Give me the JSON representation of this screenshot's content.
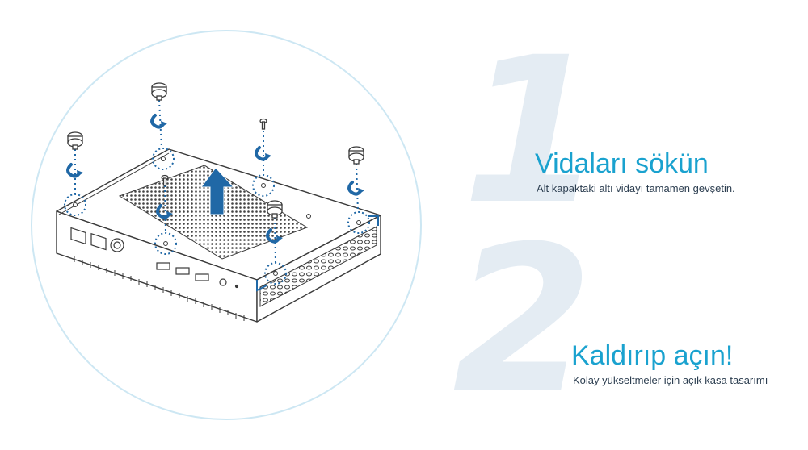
{
  "steps": [
    {
      "number": "1",
      "title": "Vidaları sökün",
      "description": "Alt kapaktaki altı vidayı tamamen gevşetin."
    },
    {
      "number": "2",
      "title": "Kaldırıp açın!",
      "description": "Kolay yükseltmeler için açık kasa tasarımı"
    }
  ],
  "colors": {
    "accent": "#1aa2cf",
    "arrow": "#2068a6",
    "circle": "#cde7f3",
    "big_number": "#e4ecf3",
    "line": "#3a3a3a",
    "text": "#2c3e50"
  },
  "icons": [
    "mini-pc-chassis",
    "screw-icon",
    "rotate-arrow-icon",
    "lift-arrow-icon"
  ]
}
